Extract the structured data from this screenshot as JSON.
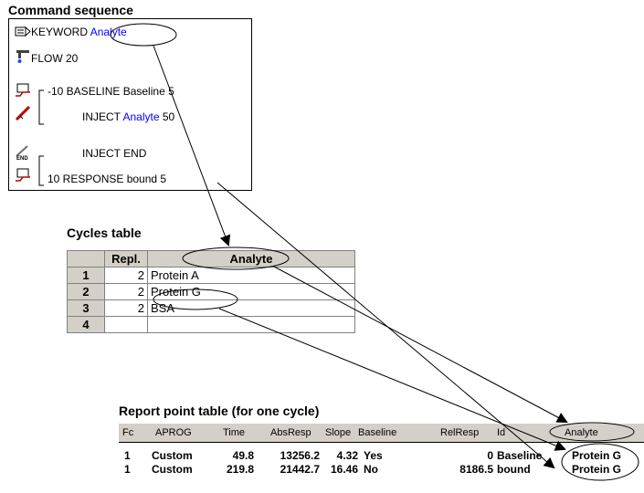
{
  "command_sequence": {
    "title": "Command sequence",
    "lines": [
      {
        "icon": "keyword-tag-icon",
        "pre": "KEYWORD ",
        "var": "Analyte",
        "post": ""
      },
      {
        "icon": "flow-tap-icon",
        "pre": "FLOW 20",
        "var": "",
        "post": ""
      },
      {
        "icon": "baseline-chart-icon",
        "pre": "-10 BASELINE Baseline 5",
        "var": "",
        "post": ""
      },
      {
        "icon": "inject-syringe-icon",
        "pre": "INJECT ",
        "var": "Analyte",
        "post": " 50"
      },
      {
        "icon": "inject-end-icon",
        "pre": "INJECT END",
        "var": "",
        "post": ""
      },
      {
        "icon": "response-chart-icon",
        "pre": "10 RESPONSE bound 5",
        "var": "",
        "post": ""
      }
    ]
  },
  "cycles_table": {
    "title": "Cycles table",
    "headers": [
      "",
      "Repl.",
      "Analyte"
    ],
    "rows": [
      [
        "1",
        "2",
        "Protein A"
      ],
      [
        "2",
        "2",
        "Protein G"
      ],
      [
        "3",
        "2",
        "BSA"
      ],
      [
        "4",
        "",
        ""
      ]
    ]
  },
  "report_table": {
    "title": "Report point table (for one cycle)",
    "headers": [
      "Fc",
      "APROG",
      "Time",
      "AbsResp",
      "Slope",
      "Baseline",
      "RelResp",
      "Id",
      "Analyte"
    ],
    "rows": [
      [
        "1",
        "Custom",
        "49.8",
        "13256.2",
        "4.32",
        "Yes",
        "0",
        "Baseline",
        "Protein G"
      ],
      [
        "1",
        "Custom",
        "219.8",
        "21442.7",
        "16.46",
        "No",
        "8186.5",
        "bound",
        "Protein G"
      ]
    ]
  },
  "colors": {
    "variable_text": "#0000ff",
    "grid_header": "#d4d0c8"
  }
}
